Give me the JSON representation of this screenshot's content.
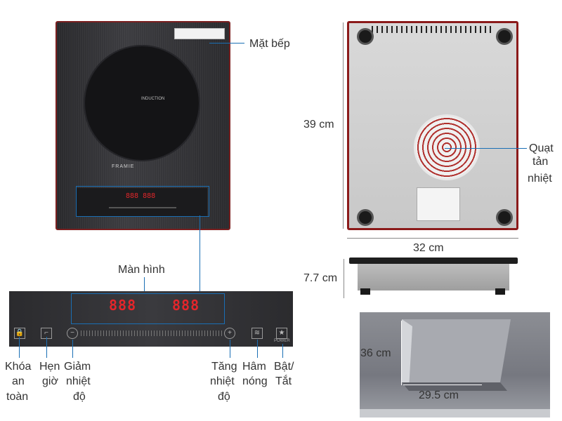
{
  "callouts": {
    "top_surface": "Mặt bếp",
    "cooling_fan": [
      "Quạt",
      "tản",
      "nhiệt"
    ],
    "display": "Màn hình"
  },
  "dimensions": {
    "height": "39 cm",
    "width": "32 cm",
    "depth": "7.7 cm",
    "inner_height": "36 cm",
    "inner_width": "29.5 cm"
  },
  "controls": {
    "lock": [
      "Khóa",
      "an",
      "toàn"
    ],
    "timer": [
      "Hẹn",
      "giờ"
    ],
    "decrease_temp": [
      "Giảm",
      "nhiệt",
      "độ"
    ],
    "increase_temp": [
      "Tăng",
      "nhiệt",
      "độ"
    ],
    "keep_warm": [
      "Hâm",
      "nóng"
    ],
    "power": [
      "Bật/",
      "Tắt"
    ]
  },
  "display_digits": {
    "left": "888",
    "right": "888"
  },
  "panel": {
    "power_text": "POWER"
  },
  "cooktop": {
    "induction_text": "INDUCTION",
    "brand": "FRAMIE"
  },
  "colors": {
    "accent_blue": "#1a6fb5",
    "display_red": "#e3262b",
    "frame_red": "#8b1a1a"
  }
}
